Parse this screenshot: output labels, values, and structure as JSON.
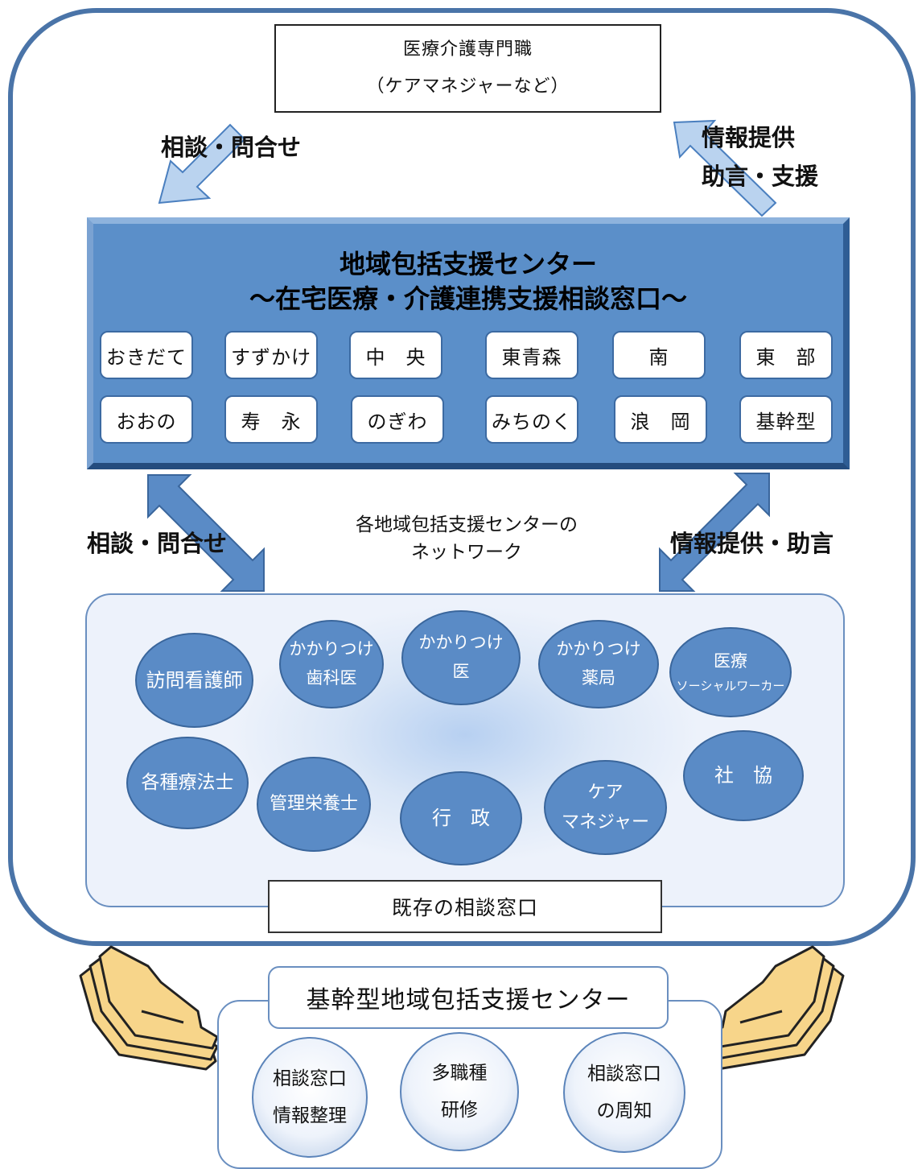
{
  "professional_box": {
    "line1": "医療介護専門職",
    "line2": "（ケアマネジャーなど）"
  },
  "upper_left_label": "相談・問合せ",
  "upper_right_label": {
    "line1": "情報提供",
    "line2": "助言・支援"
  },
  "center": {
    "title": "地域包括支援センター",
    "subtitle": "～在宅医療・介護連携支援相談窓口～",
    "areas_row1": [
      "おきだて",
      "すずかけ",
      "中　央",
      "東青森",
      "南",
      "東　部"
    ],
    "areas_row2": [
      "おおの",
      "寿　永",
      "のぎわ",
      "みちのく",
      "浪　岡",
      "基幹型"
    ]
  },
  "lower_left_label": "相談・問合せ",
  "lower_right_label": "情報提供・助言",
  "network_caption": {
    "line1": "各地域包括支援センターの",
    "line2": "ネットワーク"
  },
  "network_nodes": {
    "visiting_nurse": "訪問看護師",
    "dentist": {
      "line1": "かかりつけ",
      "line2": "歯科医"
    },
    "doctor": {
      "line1": "かかりつけ",
      "line2": "医"
    },
    "pharmacy": {
      "line1": "かかりつけ",
      "line2": "薬局"
    },
    "msw": {
      "line1": "医療",
      "line2": "ソーシャルワーカー"
    },
    "therapists": "各種療法士",
    "dietitian": "管理栄養士",
    "administration": "行　政",
    "care_manager": {
      "line1": "ケア",
      "line2": "マネジャー"
    },
    "social_welfare_council": "社　協"
  },
  "existing_desk_label": "既存の相談窓口",
  "core_center": {
    "title": "基幹型地域包括支援センター",
    "items": [
      {
        "line1": "相談窓口",
        "line2": "情報整理"
      },
      {
        "line1": "多職種",
        "line2": "研修"
      },
      {
        "line1": "相談窓口",
        "line2": "の周知"
      }
    ]
  },
  "colors": {
    "frame": "#4a74a8",
    "center_panel": "#5b8fc9",
    "node_fill": "#5a8bc6",
    "arrow_fill": "#bad3ef",
    "hand_fill": "#f7d58a"
  }
}
